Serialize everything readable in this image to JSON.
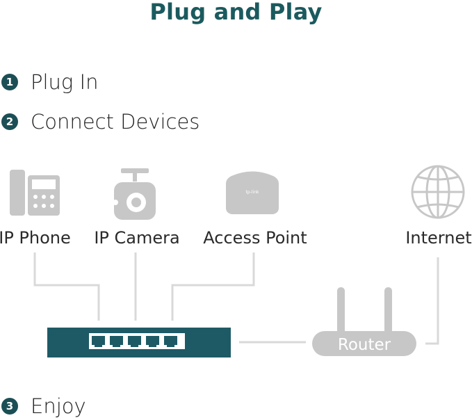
{
  "title": "Plug and Play",
  "steps": [
    {
      "number": "1",
      "label": "Plug In"
    },
    {
      "number": "2",
      "label": "Connect Devices"
    },
    {
      "number": "3",
      "label": "Enjoy"
    }
  ],
  "devices": {
    "ip_phone": "IP Phone",
    "ip_camera": "IP Camera",
    "access_point": "Access Point",
    "internet": "Internet",
    "router": "Router",
    "ap_logo": "tp-link"
  },
  "colors": {
    "title": "#1b5a5e",
    "step_badge": "#1b4f55",
    "switch_body": "#1e5a66",
    "device_gray": "#c7c7c7",
    "line_gray": "#d9d9d9"
  }
}
